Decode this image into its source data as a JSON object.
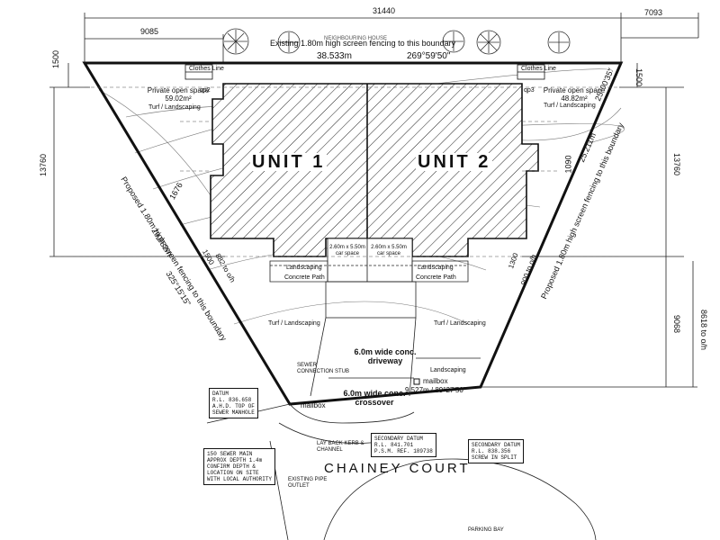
{
  "dimensions": {
    "total_width": "31440",
    "left_offset": "9085",
    "right_offset": "7093",
    "rear_setback_left": "1500",
    "rear_setback_right": "1500",
    "depth_left": "13760",
    "depth_right": "13760",
    "front_depth": "9068",
    "to_oh": "8618 to o/h",
    "side_1676": "1676",
    "side_1090": "1090",
    "corner_left": "1500",
    "corner_left_oh": "882 to o/h",
    "corner_right": "1300",
    "corner_right_oh": "900 to o/h"
  },
  "boundaries": {
    "rear_fence": "Existing 1.80m high screen fencing to this boundary",
    "rear_neighbour": "NEIGHBOURING HOUSE",
    "rear_length": "38.533m",
    "rear_bearing": "269°59'50\"",
    "left_length": "29.982m",
    "left_bearing": "325°15'15\"",
    "left_fence": "Proposed 1.80m high screen fencing to this boundary",
    "right_length": "25.211m",
    "right_bearing": "25°00'35\"",
    "right_fence": "Proposed 1.80m high screen fencing to this boundary",
    "front_length": "9.527m / 89°27'50\""
  },
  "units": {
    "unit1": "UNIT 1",
    "unit2": "UNIT 2",
    "car_space": "2.60m x 5.50m car space"
  },
  "labels": {
    "private_open_1": "Private open space 59.02m²",
    "private_open_2": "Private open space 48.82m²",
    "turf": "Turf / Landscaping",
    "landscaping": "Landscaping",
    "concrete_path": "Concrete Path",
    "clothes_line": "Clothes Line",
    "driveway": "6.0m wide conc. driveway",
    "crossover": "6.0m wide conc. crossover",
    "mailbox": "mailbox",
    "sewer": "SEWER CONNECTION STUB",
    "kerb": "LAY BACK KERB & CHANNEL",
    "pipe": "EXISTING PIPE OUTLET",
    "parking": "PARKING BAY",
    "street": "CHAINEY COURT",
    "qp2": "qp2",
    "qp3": "qp3"
  },
  "notes": {
    "datum": [
      "DATUM",
      "R.L. 836.658",
      "A.H.D. TOP OF",
      "SEWER MANHOLE"
    ],
    "sewer_main": [
      "150 SEWER MAIN",
      "APPROX DEPTH 1.4m",
      "CONFIRM DEPTH &",
      "LOCATION ON SITE",
      "WITH LOCAL AUTHORITY"
    ],
    "secondary_datum": [
      "SECONDARY DATUM",
      "R.L. 841.701",
      "P.S.M. REF. 189738"
    ],
    "tertiary_datum": [
      "SECONDARY DATUM",
      "R.L. 838.356",
      "SCREW IN SPLIT"
    ]
  }
}
